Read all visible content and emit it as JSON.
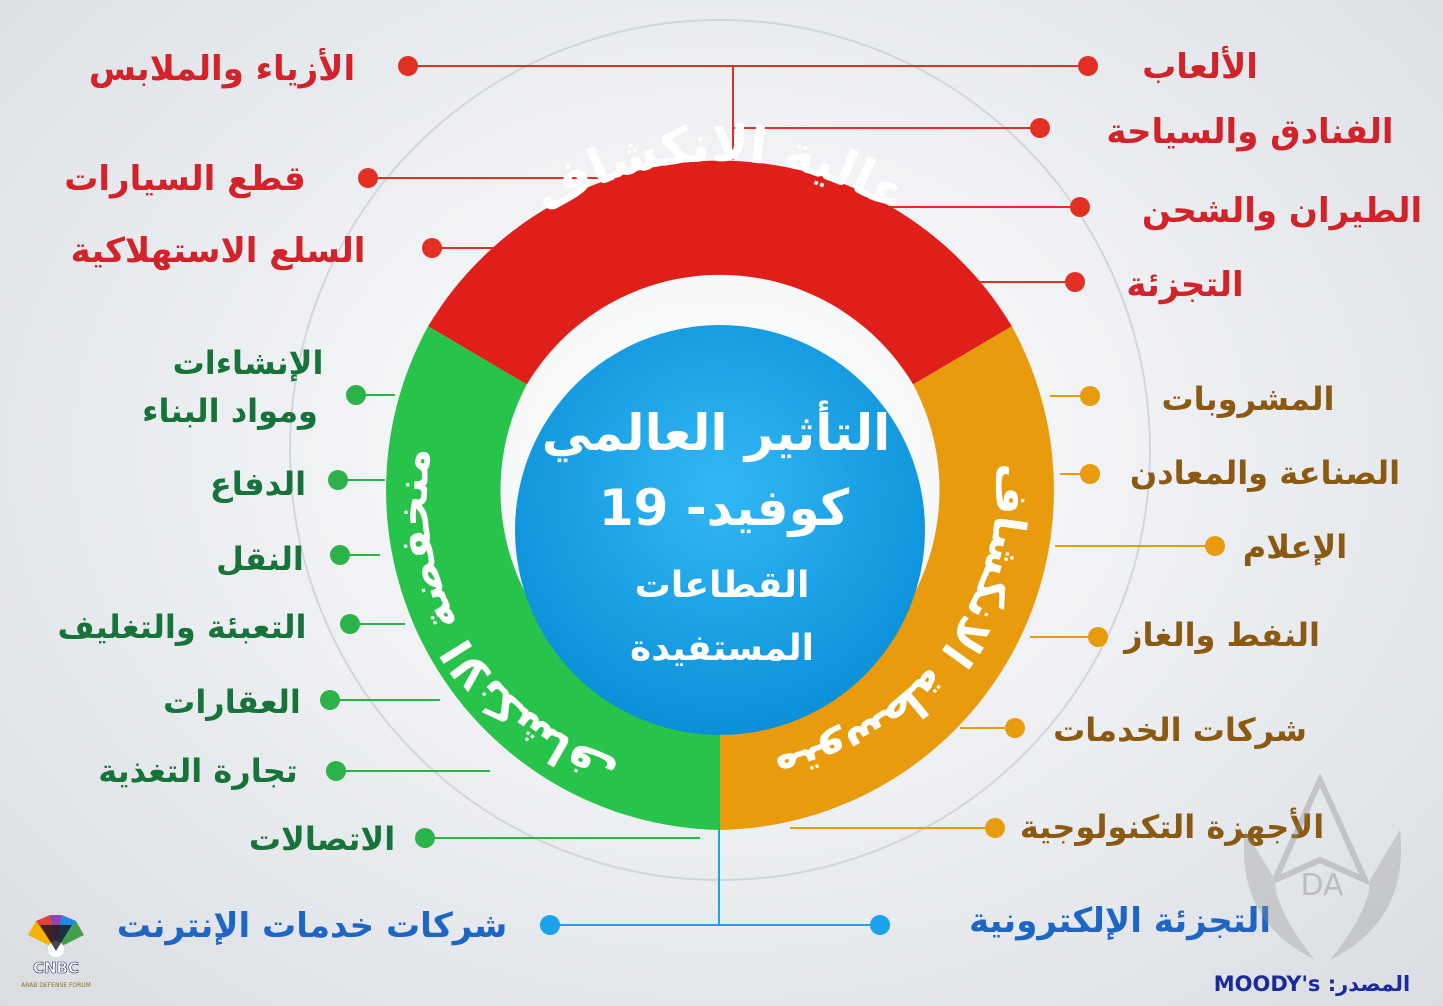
{
  "center": {
    "title_line1": "التأثير العالمي",
    "title_line2": "كوفيد- 19",
    "subtitle_line1": "القطاعات",
    "subtitle_line2": "المستفيدة"
  },
  "ring": {
    "high": "عالية الانكشاف",
    "medium": "متوسطة الانكشاف",
    "low": "منخفضة الانكشاف"
  },
  "colors": {
    "high": "#e11f1a",
    "medium": "#e89b0c",
    "low": "#28c34a",
    "center": "#1aa3ea",
    "blue": "#1f66c4"
  },
  "high_exposure": {
    "left": [
      "الأزياء والملابس",
      "قطع السيارات",
      "السلع الاستهلاكية"
    ],
    "right": [
      "الألعاب",
      "الفنادق والسياحة",
      "الطيران والشحن",
      "التجزئة"
    ]
  },
  "medium_exposure": [
    "المشروبات",
    "الصناعة والمعادن",
    "الإعلام",
    "النفط والغاز",
    "شركات الخدمات",
    "الأجهزة التكنولوجية"
  ],
  "low_exposure": [
    "الإنشاءات",
    "ومواد البناء",
    "الدفاع",
    "النقل",
    "التعبئة والتغليف",
    "العقارات",
    "تجارة التغذية",
    "الاتصالات"
  ],
  "beneficiaries": [
    "شركات خدمات الإنترنت",
    "التجزئة الإلكترونية"
  ],
  "source": "المصدر: MOODY's",
  "logo": {
    "brand": "CNBC",
    "forum": "ARAB DEFENSE FORUM"
  }
}
